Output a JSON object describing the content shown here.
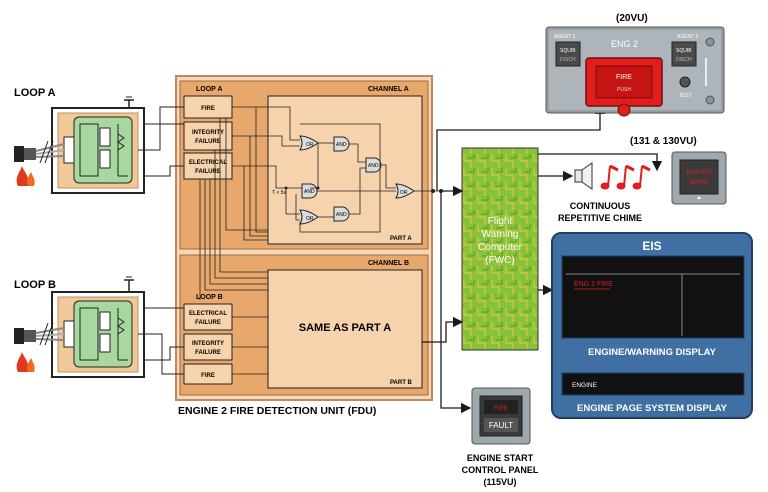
{
  "loops": {
    "a_label": "LOOP A",
    "b_label": "LOOP B"
  },
  "fdu": {
    "title": "ENGINE 2 FIRE DETECTION UNIT (FDU)",
    "channel_a": "CHANNEL A",
    "channel_b": "CHANNEL B",
    "loop_a": "LOOP A",
    "loop_b": "LOOP B",
    "a_fire": "FIRE",
    "a_integrity": [
      "INTEGRITY",
      "FAILURE"
    ],
    "a_electrical": [
      "ELECTRICAL",
      "FAILURE"
    ],
    "b_electrical": [
      "ELECTRICAL",
      "FAILURE"
    ],
    "b_integrity": [
      "INTEGRITY",
      "FAILURE"
    ],
    "b_fire": "FIRE",
    "gate_or": "OR",
    "gate_and": "AND",
    "timer": "T < 5s",
    "part_a": "PART A",
    "part_b": "PART B",
    "same_as": "SAME AS PART A"
  },
  "panel20": {
    "ref": "(20VU)",
    "agent1": "AGENT 1",
    "agent2": "AGENT 2",
    "squib": "SQUIB",
    "disch": "DISCH",
    "eng": "ENG 2",
    "fire": "FIRE",
    "push": "PUSH",
    "test": "TEST"
  },
  "fwc": {
    "lines": [
      "Flight",
      "Warning",
      "Computer",
      "(FWC)"
    ]
  },
  "panel131": {
    "ref": "(131 & 130VU)",
    "line1": "MASTER",
    "line2": "WARN"
  },
  "chime": [
    "CONTINUOUS",
    "REPETITIVE CHIME"
  ],
  "eis": {
    "title": "EIS",
    "warning_text": "ENG 2 FIRE",
    "ewd_label": "ENGINE/WARNING DISPLAY",
    "sd_text": "ENGINE",
    "sd_label": "ENGINE PAGE SYSTEM DISPLAY"
  },
  "start_panel": {
    "fire": "FIRE",
    "fault": "FAULT",
    "label": [
      "ENGINE START",
      "CONTROL PANEL",
      "(115VU)"
    ]
  },
  "colors": {
    "fdu_outer": "#f6d8b8",
    "fdu_border": "#b98a64",
    "channel": "#e8a86c",
    "part": "#f7d3ad",
    "fwc": "#8cc63f",
    "eis": "#3f6fa3",
    "eis_dark": "#1f3f66",
    "panel_grey": "#9fa8ad",
    "red": "#e01e1e"
  }
}
